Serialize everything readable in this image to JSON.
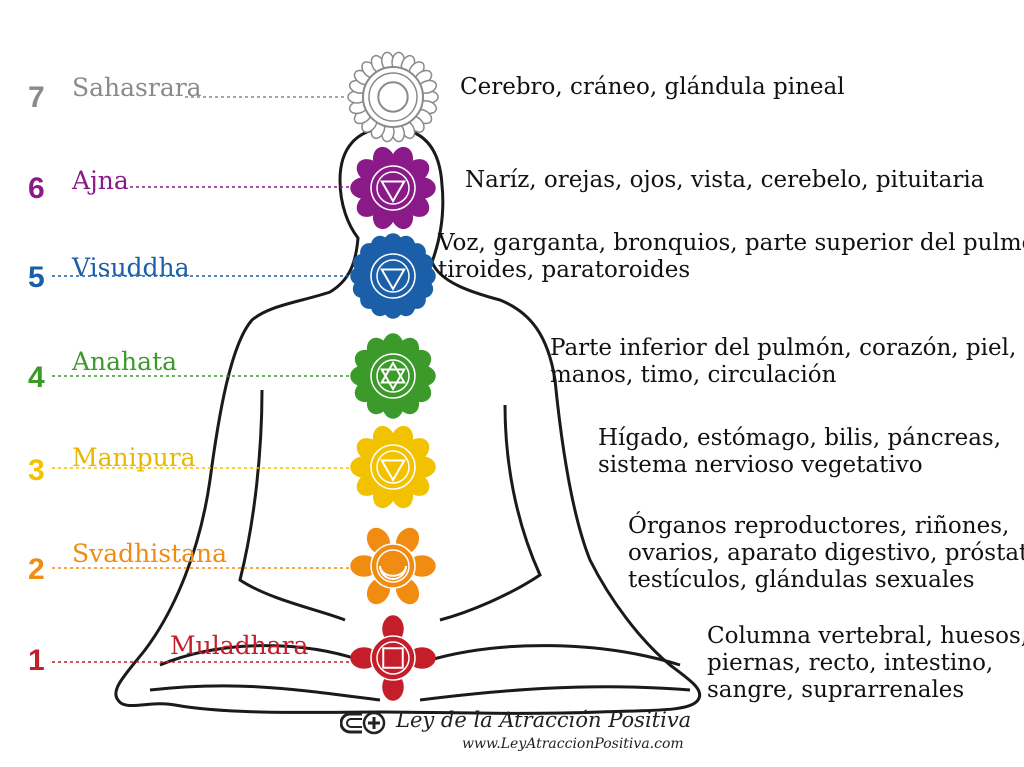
{
  "chakras": [
    {
      "number": "7",
      "name": "Sahasrara",
      "description": [
        "Cerebro, cráneo, glándula pineal"
      ],
      "color": "#8a8a8a"
    },
    {
      "number": "6",
      "name": "Ajna",
      "description": [
        "Naríz, orejas, ojos, vista, cerebelo, pituitaria"
      ],
      "color": "#8b1a89"
    },
    {
      "number": "5",
      "name": "Visuddha",
      "description": [
        "Voz, garganta, bronquios, parte superior del pulmón",
        "tiroides, paratoroides"
      ],
      "color": "#1a5fa8"
    },
    {
      "number": "4",
      "name": "Anahata",
      "description": [
        "Parte inferior del pulmón, corazón, piel,",
        "manos, timo, circulación"
      ],
      "color": "#3b9a2a"
    },
    {
      "number": "3",
      "name": "Manipura",
      "description": [
        "Hígado, estómago, bilis, páncreas,",
        "sistema nervioso vegetativo"
      ],
      "color": "#f2c200"
    },
    {
      "number": "2",
      "name": "Svadhistana",
      "description": [
        "Órganos reproductores, riñones,",
        "ovarios, aparato digestivo, próstata,",
        "testículos, glándulas sexuales"
      ],
      "color": "#f08c12"
    },
    {
      "number": "1",
      "name": "Muladhara",
      "description": [
        "Columna vertebral, huesos,",
        "piernas, recto, intestino,",
        "sangre, suprarrenales"
      ],
      "color": "#c41e2a"
    }
  ],
  "branding": {
    "name": "Ley de la Atracción Positiva",
    "url": "www.LeyAtraccionPositiva.com"
  }
}
